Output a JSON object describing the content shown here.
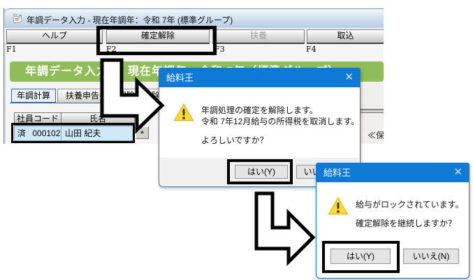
{
  "colors": {
    "accent_green": "#8fbe58",
    "dialog_blue": "#0f7ad6",
    "row_highlight": "#cfe9f8",
    "annotation": "#000000",
    "disabled_text": "#9b9b9b"
  },
  "window": {
    "title": "年調データ入力 - 現在年調年：令和 7年 (標準グループ)",
    "app_icon": "memo-pen-icon",
    "toolbar": [
      {
        "label": "ヘルプ",
        "fkey": "F1",
        "enabled": true,
        "highlighted": false
      },
      {
        "label": "確定解除",
        "fkey": "F2",
        "enabled": true,
        "highlighted": true
      },
      {
        "label": "扶養",
        "fkey": "F3",
        "enabled": false,
        "highlighted": false
      },
      {
        "label": "取込",
        "fkey": "F4",
        "enabled": true,
        "highlighted": false
      }
    ],
    "section_header": "年調データ入力 － 現在年調年：令和 7年（標準グループ）",
    "tabs": [
      {
        "label": "年調計算",
        "active": true
      },
      {
        "label": "扶養申告書",
        "active": false
      },
      {
        "label": "保険料控除",
        "active": false
      }
    ],
    "table": {
      "columns": [
        "社員コード",
        "氏名"
      ],
      "row": {
        "status": "済",
        "code": "000102",
        "name": "山田 紀夫",
        "highlighted": true
      }
    },
    "scroll_up_glyph": "▲",
    "right_fragment": "≪保"
  },
  "dialog1": {
    "title": "給料王",
    "close_glyph": "✕",
    "icon": "warning-icon",
    "lines": [
      "年調処理の確定を解除します。",
      "令和 7年12月給与の所得税を取消します。",
      "よろしいですか？"
    ],
    "buttons": [
      {
        "label": "はい(Y)",
        "highlighted": true
      },
      {
        "label": "いいえ(N)",
        "highlighted": false
      }
    ]
  },
  "dialog2": {
    "title": "給料王",
    "close_glyph": "✕",
    "icon": "warning-icon",
    "lines": [
      "給与がロックされています。",
      "確定解除を継続しますか？"
    ],
    "buttons": [
      {
        "label": "はい(Y)",
        "highlighted": true
      },
      {
        "label": "いいえ(N)",
        "highlighted": false
      }
    ]
  }
}
